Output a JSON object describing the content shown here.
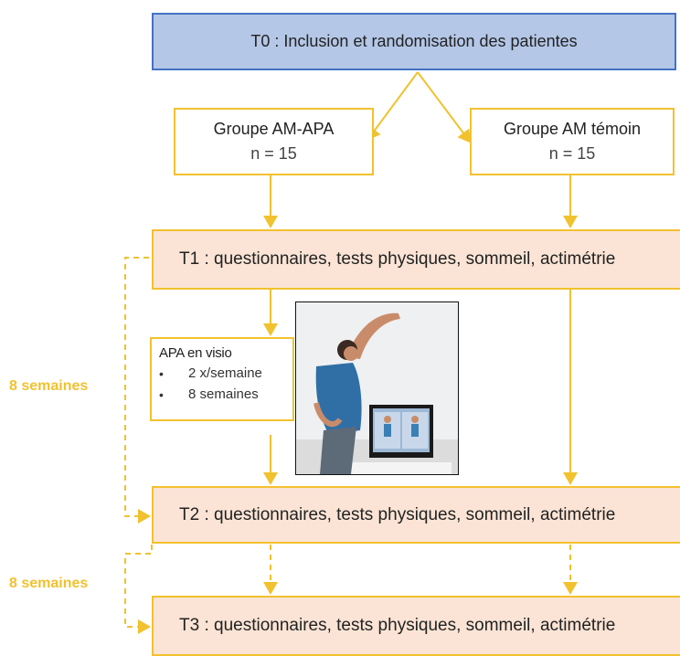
{
  "t0": {
    "label": "T0 : Inclusion et randomisation des patientes"
  },
  "group_ampa": {
    "name": "Groupe AM-APA",
    "n": "n = 15"
  },
  "group_temoin": {
    "name": "Groupe AM témoin",
    "n": "n = 15"
  },
  "t1": {
    "label": "T1 : questionnaires, tests physiques, sommeil, actimétrie"
  },
  "apa": {
    "title": "APA en visio",
    "bullet": "•",
    "items": [
      "2 x/semaine",
      "8 semaines"
    ]
  },
  "t2": {
    "label": "T2 : questionnaires, tests physiques, sommeil, actimétrie"
  },
  "t3": {
    "label": "T3 : questionnaires, tests physiques, sommeil, actimétrie"
  },
  "interval_1": "8 semaines",
  "interval_2": "8 semaines",
  "colors": {
    "accent": "#f2c12e",
    "t0_fill": "#b4c7e7",
    "t0_border": "#4472c4",
    "step_fill": "#fbe4d5"
  }
}
